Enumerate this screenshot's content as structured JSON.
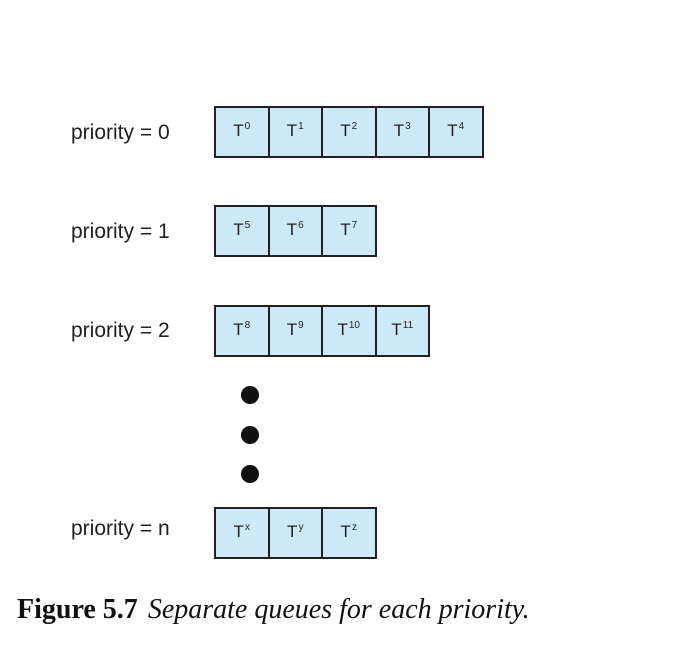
{
  "queues": [
    {
      "label": "priority = 0",
      "tasks": [
        {
          "t": "T",
          "s": "0"
        },
        {
          "t": "T",
          "s": "1"
        },
        {
          "t": "T",
          "s": "2"
        },
        {
          "t": "T",
          "s": "3"
        },
        {
          "t": "T",
          "s": "4"
        }
      ]
    },
    {
      "label": "priority = 1",
      "tasks": [
        {
          "t": "T",
          "s": "5"
        },
        {
          "t": "T",
          "s": "6"
        },
        {
          "t": "T",
          "s": "7"
        }
      ]
    },
    {
      "label": "priority = 2",
      "tasks": [
        {
          "t": "T",
          "s": "8"
        },
        {
          "t": "T",
          "s": "9"
        },
        {
          "t": "T",
          "s": "10"
        },
        {
          "t": "T",
          "s": "11"
        }
      ]
    },
    {
      "label": "priority = n",
      "tasks": [
        {
          "t": "T",
          "s": "x"
        },
        {
          "t": "T",
          "s": "y"
        },
        {
          "t": "T",
          "s": "z"
        }
      ]
    }
  ],
  "colors": {
    "cell_fill": "#cde8f6",
    "stroke": "#231f20"
  },
  "caption": {
    "number": "Figure 5.7",
    "text": "Separate queues for each priority."
  }
}
